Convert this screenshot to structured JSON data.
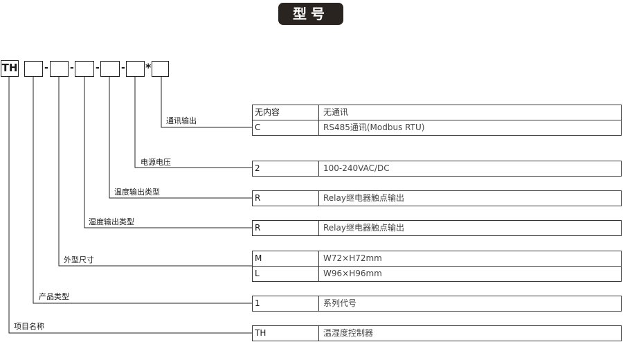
{
  "title": "型号",
  "code": {
    "prefix": "TH",
    "separators": [
      "-",
      "-",
      "-",
      "-",
      "*"
    ]
  },
  "groups": [
    {
      "label": "通讯输出",
      "rows": [
        {
          "code": "无内容",
          "desc": "无通讯"
        },
        {
          "code": "C",
          "desc": "RS485通讯(Modbus RTU)"
        }
      ]
    },
    {
      "label": "电源电压",
      "rows": [
        {
          "code": "2",
          "desc": "100-240VAC/DC"
        }
      ]
    },
    {
      "label": "温度输出类型",
      "rows": [
        {
          "code": "R",
          "desc": "Relay继电器触点输出"
        }
      ]
    },
    {
      "label": "湿度输出类型",
      "rows": [
        {
          "code": "R",
          "desc": "Relay继电器触点输出"
        }
      ]
    },
    {
      "label": "外型尺寸",
      "rows": [
        {
          "code": "M",
          "desc": "W72×H72mm"
        },
        {
          "code": "L",
          "desc": "W96×H96mm"
        }
      ]
    },
    {
      "label": "产品类型",
      "rows": [
        {
          "code": "1",
          "desc": "系列代号"
        }
      ]
    },
    {
      "label": "项目名称",
      "rows": [
        {
          "code": "TH",
          "desc": "温湿度控制器"
        }
      ]
    }
  ]
}
